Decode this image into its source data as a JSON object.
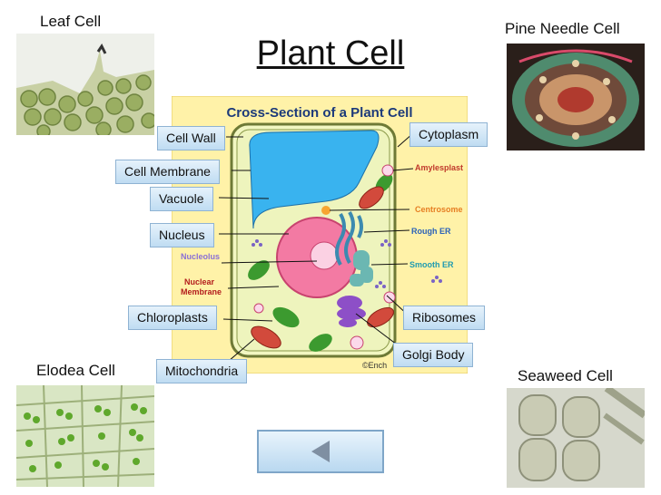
{
  "title": "Plant Cell",
  "corners": {
    "leaf": "Leaf Cell",
    "pine": "Pine Needle Cell",
    "elodea": "Elodea Cell",
    "seaweed": "Seaweed Cell"
  },
  "diagram": {
    "heading": "Cross-Section of a Plant Cell",
    "inner_labels": {
      "amyloplast": "Amylesplast",
      "centrosome": "Centrosome",
      "rough_er": "Rough ER",
      "smooth_er": "Smooth ER",
      "nucleolus": "Nucleolus",
      "nuclear_membrane_1": "Nuclear",
      "nuclear_membrane_2": "Membrane",
      "credit": "©Ench"
    }
  },
  "labels": {
    "cell_wall": "Cell Wall",
    "cell_membrane": "Cell Membrane",
    "vacuole": "Vacuole",
    "nucleus": "Nucleus",
    "chloroplasts": "Chloroplasts",
    "mitochondria": "Mitochondria",
    "cytoplasm": "Cytoplasm",
    "ribosomes": "Ribosomes",
    "golgi_body": "Golgi Body"
  },
  "nav": {
    "icon": "back-triangle-icon"
  }
}
